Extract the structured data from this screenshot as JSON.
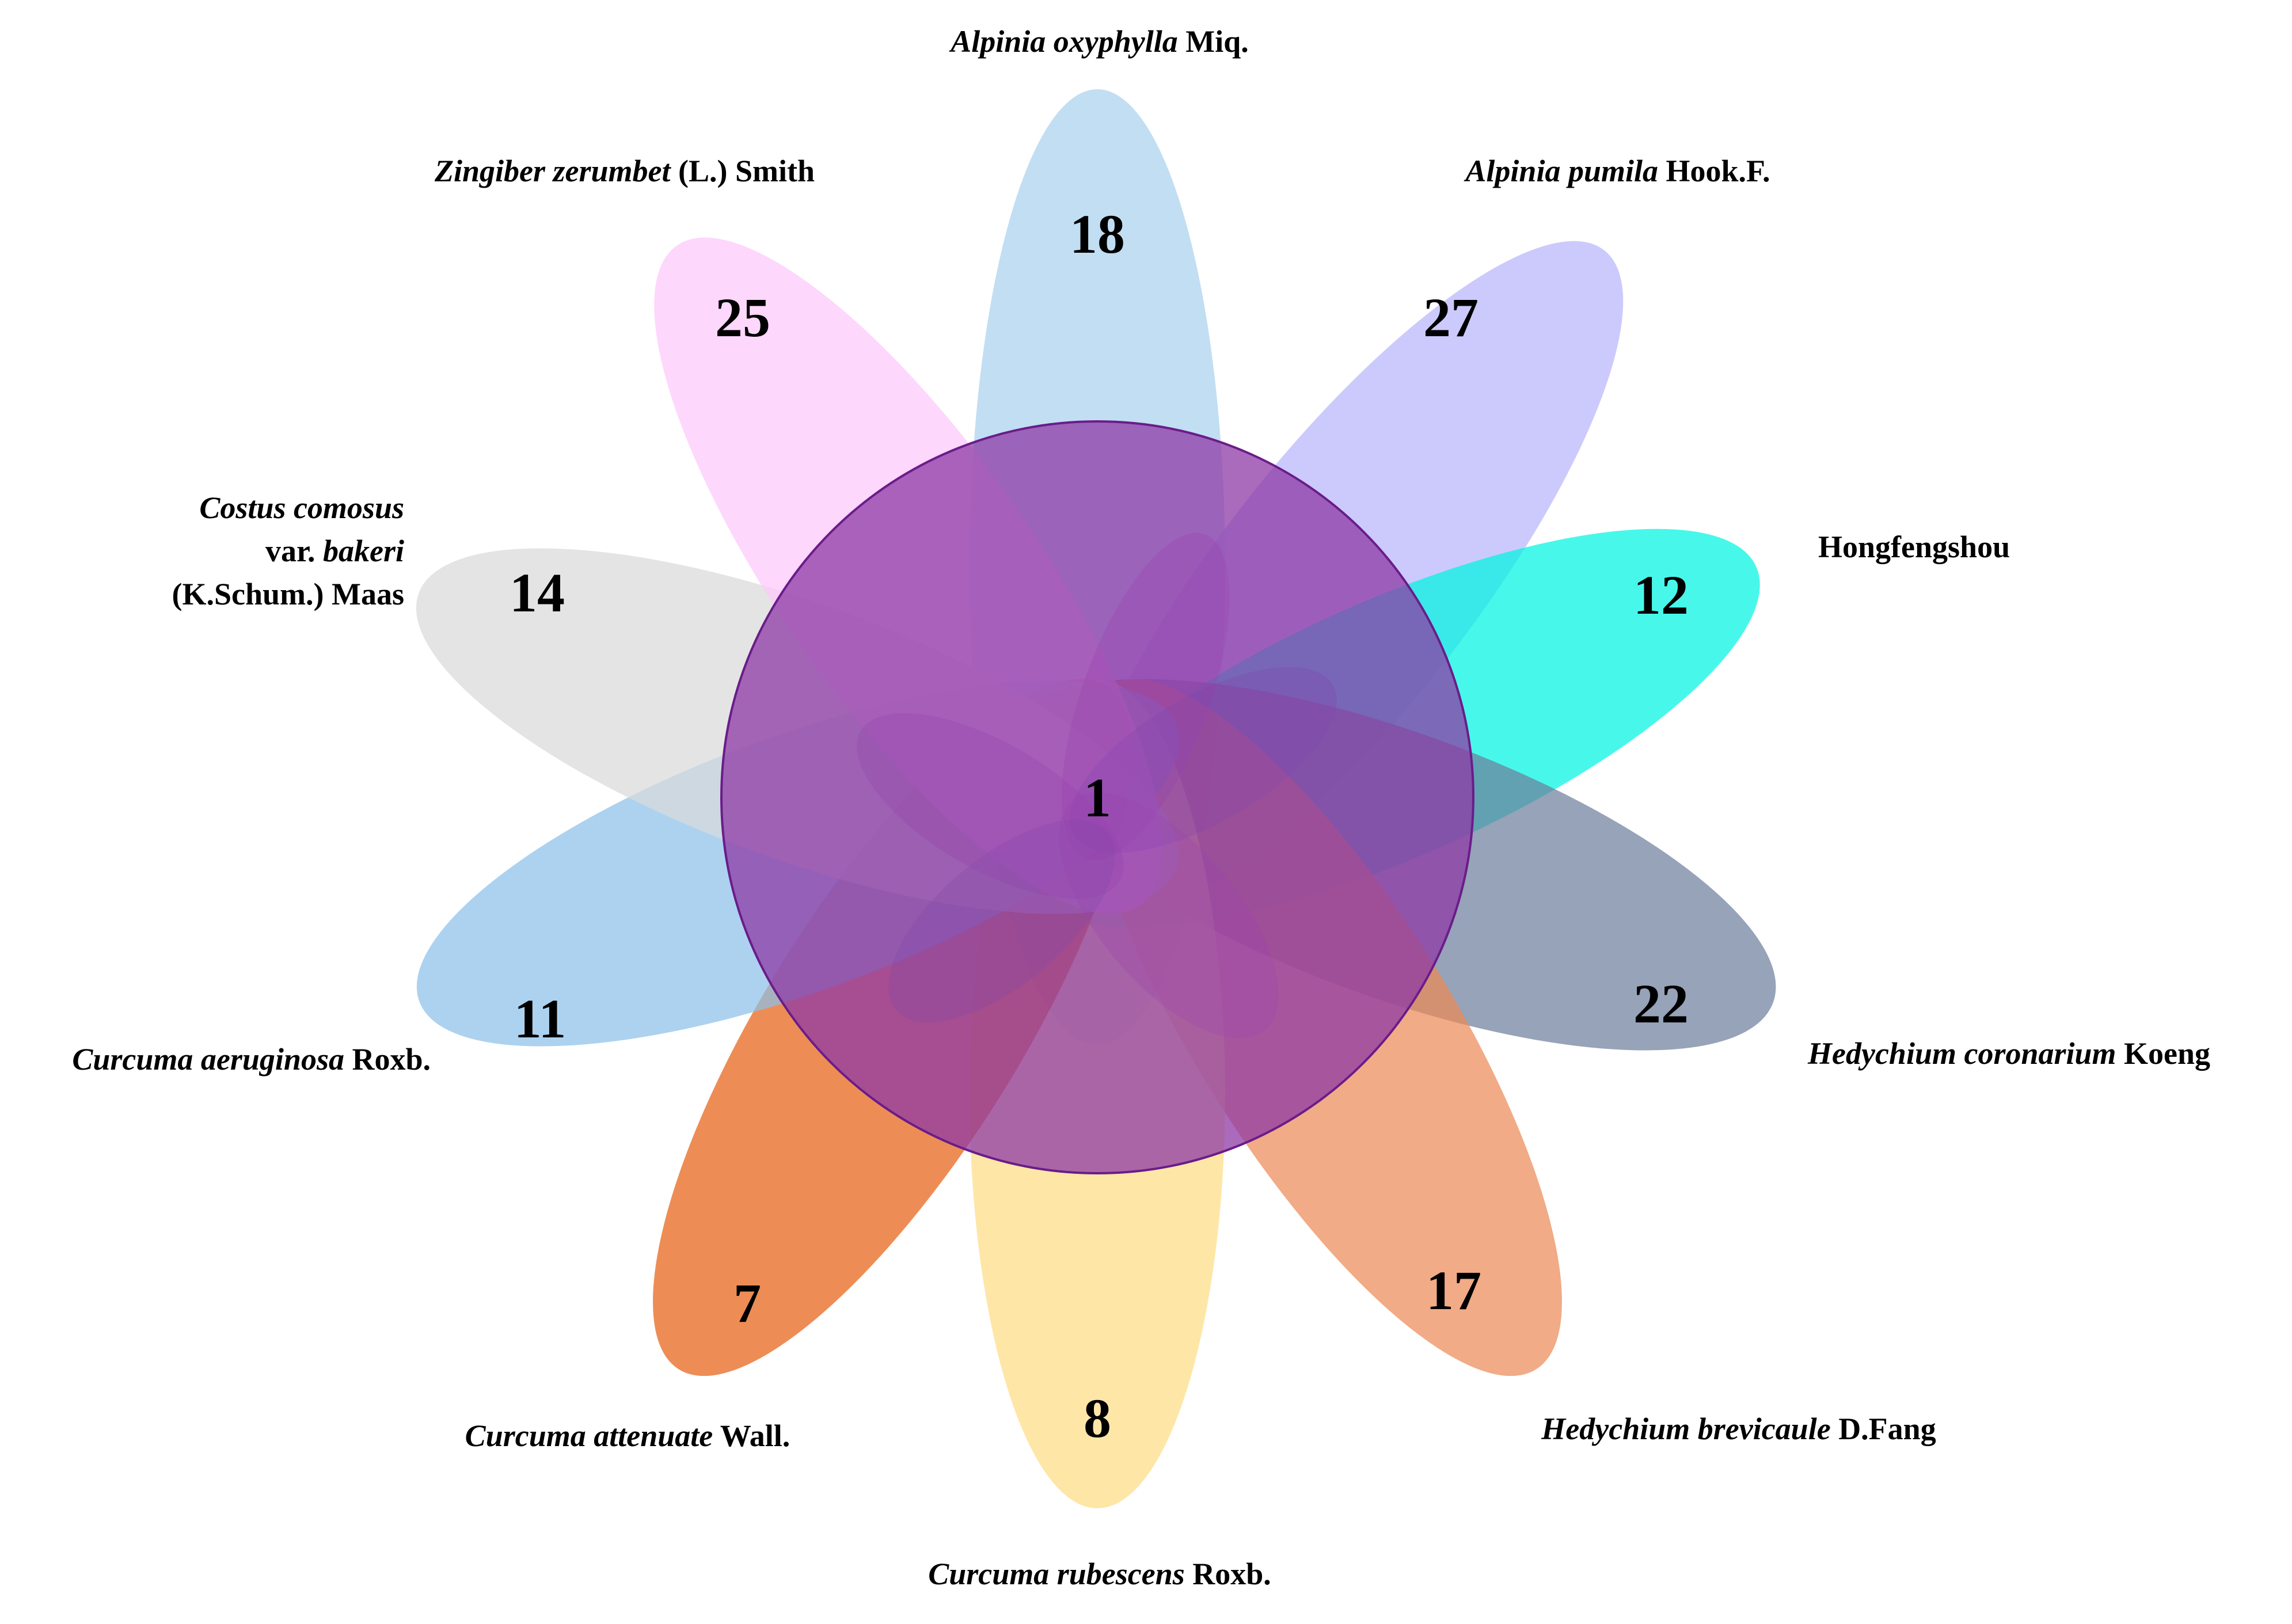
{
  "diagram": {
    "type": "flower-venn",
    "center_value": "1",
    "center_color": "#8e3aa6",
    "petals": [
      {
        "id": "alpinia-oxyphylla",
        "value": "18",
        "color": "#a9d1ee",
        "label": [
          [
            {
              "t": "Alpinia oxyphylla",
              "i": true
            },
            {
              "t": " Miq.",
              "i": false
            }
          ]
        ]
      },
      {
        "id": "alpinia-pumila",
        "value": "27",
        "color": "#b9b6fb",
        "label": [
          [
            {
              "t": "Alpinia pumila",
              "i": true
            },
            {
              "t": " Hook.F.",
              "i": false
            }
          ]
        ]
      },
      {
        "id": "hongfengshou",
        "value": "12",
        "color": "#00f5e2",
        "label": [
          [
            {
              "t": "Hongfengshou",
              "i": false
            }
          ]
        ]
      },
      {
        "id": "hedychium-coronarium",
        "value": "22",
        "color": "#6e7f9d",
        "label": [
          [
            {
              "t": "Hedychium coronarium",
              "i": true
            },
            {
              "t": " Koeng",
              "i": false
            }
          ]
        ]
      },
      {
        "id": "hedychium-brevicaule",
        "value": "17",
        "color": "#ec8a57",
        "label": [
          [
            {
              "t": "Hedychium brevicaule",
              "i": true
            },
            {
              "t": " D.Fang",
              "i": false
            }
          ]
        ]
      },
      {
        "id": "curcuma-rubescens",
        "value": "8",
        "color": "#fedd85",
        "label": [
          [
            {
              "t": "Curcuma rubescens",
              "i": true
            },
            {
              "t": " Roxb.",
              "i": false
            }
          ]
        ]
      },
      {
        "id": "curcuma-attenuate",
        "value": "7",
        "color": "#e66114",
        "label": [
          [
            {
              "t": "Curcuma attenuate",
              "i": true
            },
            {
              "t": " Wall.",
              "i": false
            }
          ]
        ]
      },
      {
        "id": "curcuma-aeruginosa",
        "value": "11",
        "color": "#8ec1e9",
        "label": [
          [
            {
              "t": "Curcuma aeruginosa",
              "i": true
            },
            {
              "t": " Roxb.",
              "i": false
            }
          ]
        ]
      },
      {
        "id": "costus-comosus",
        "value": "14",
        "color": "#d9d9d9",
        "label": [
          [
            {
              "t": "Costus comosus",
              "i": true
            }
          ],
          [
            {
              "t": "var. ",
              "i": false
            },
            {
              "t": "bakeri",
              "i": true
            }
          ],
          [
            {
              "t": "(K.Schum.) Maas",
              "i": false
            }
          ]
        ]
      },
      {
        "id": "zingiber-zerumbet",
        "value": "25",
        "color": "#fdc8fb",
        "label": [
          [
            {
              "t": "Zingiber zerumbet",
              "i": true
            },
            {
              "t": " (L.) Smith",
              "i": false
            }
          ]
        ]
      }
    ]
  }
}
